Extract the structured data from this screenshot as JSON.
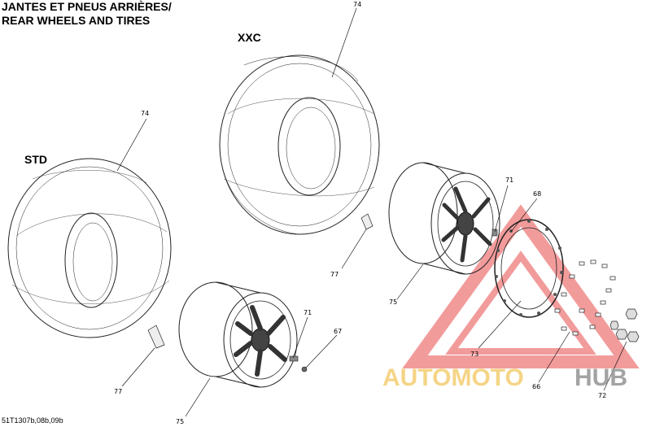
{
  "header": {
    "title_fr": "JANTES ET PNEUS ARRIÈRES/",
    "title_en": "REAR WHEELS AND TIRES"
  },
  "variants": {
    "xxc": "XXC",
    "std": "STD"
  },
  "callouts": {
    "tire_xxc": "74",
    "tire_std": "74",
    "valve_upper": "71",
    "ring_upper": "68",
    "weight_upper": "77",
    "rim_upper": "75",
    "ring_lower": "73",
    "bolt_lower": "66",
    "nut_lower": "72",
    "valve_lower": "71",
    "cap_lower": "67",
    "weight_lower": "77",
    "rim_lower": "75"
  },
  "watermark": {
    "part1": "AUTOMOTO",
    "part2": "HUB",
    "color_primary": "#f08a8a",
    "color_secondary": "#f5d07a",
    "color_gray": "#9a9a9a"
  },
  "footer": {
    "drawing_code": "51T1307b,08b,09b"
  }
}
